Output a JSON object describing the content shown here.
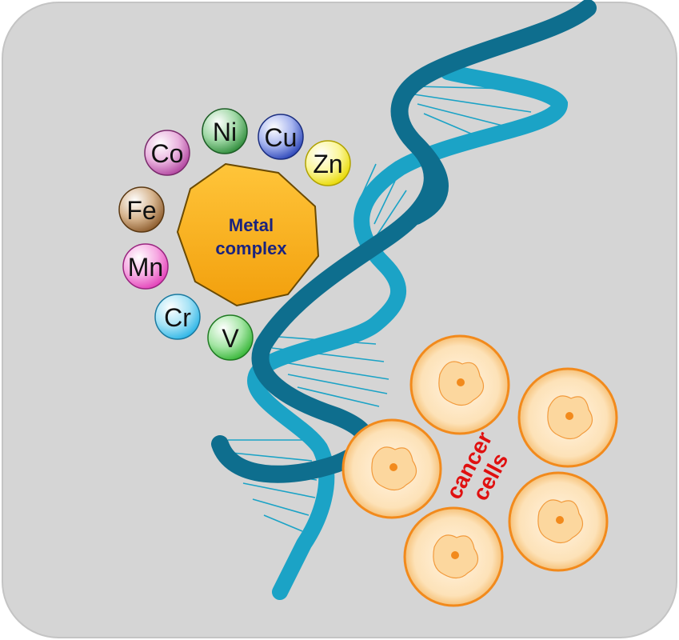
{
  "metal_complex": {
    "line1": "Metal",
    "line2": "complex"
  },
  "elements": [
    {
      "symbol": "Co",
      "color": "#b0439e"
    },
    {
      "symbol": "Ni",
      "color": "#2e8b3a"
    },
    {
      "symbol": "Cu",
      "color": "#2b45b8"
    },
    {
      "symbol": "Zn",
      "color": "#f2e600"
    },
    {
      "symbol": "Fe",
      "color": "#8b5a2b"
    },
    {
      "symbol": "Mn",
      "color": "#e23fb8"
    },
    {
      "symbol": "Cr",
      "color": "#2ab4e6"
    },
    {
      "symbol": "V",
      "color": "#35b536"
    }
  ],
  "cancer": {
    "line1": "cancer",
    "line2": "cells"
  },
  "colors": {
    "background": "#d5d5d5",
    "helix_dark": "#0e6e8e",
    "helix_light": "#1ba3c6",
    "octagon": "#f7b117",
    "cell_fill": "#fde2b8",
    "cell_edge": "#f28a1c"
  }
}
